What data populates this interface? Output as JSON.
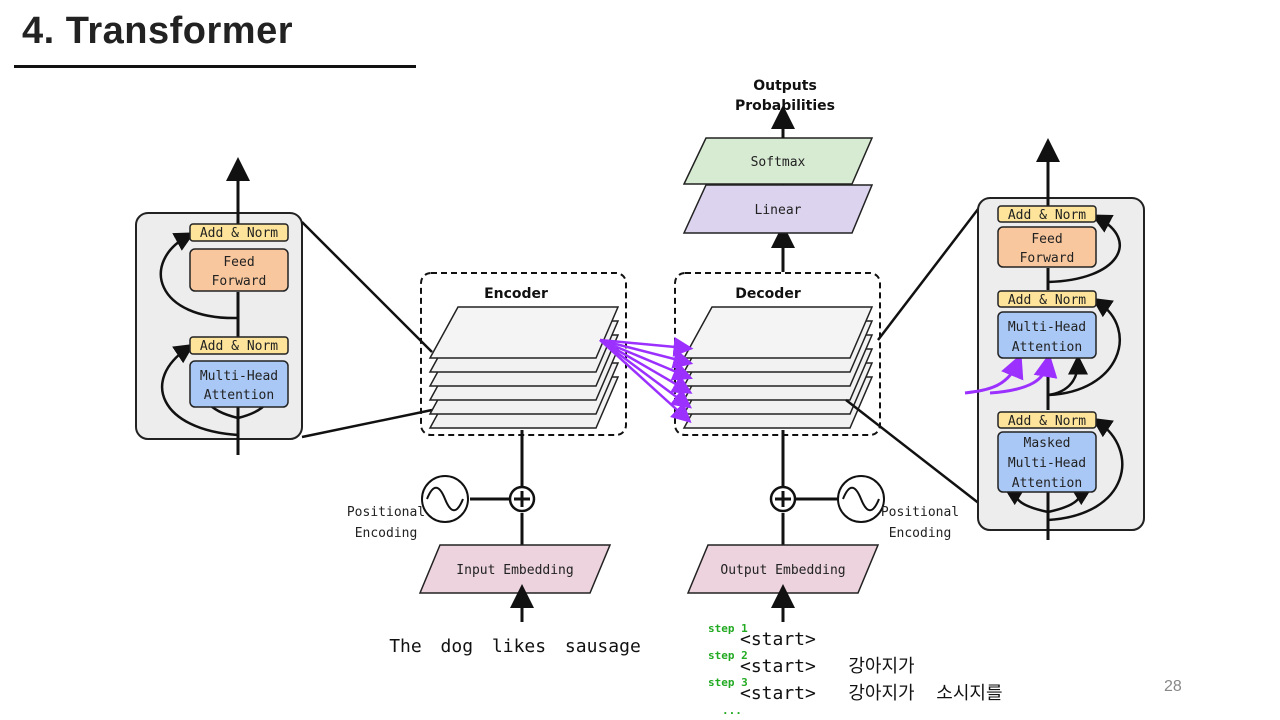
{
  "title": "4. Transformer",
  "page_number": "28",
  "encoder_label": "Encoder",
  "decoder_label": "Decoder",
  "outputs_line1": "Outputs",
  "outputs_line2": "Probabilities",
  "softmax": "Softmax",
  "linear": "Linear",
  "input_embedding": "Input Embedding",
  "output_embedding": "Output Embedding",
  "positional_encoding": [
    "Positional",
    "Encoding"
  ],
  "encoder_block": {
    "add_norm": "Add & Norm",
    "feed_forward": [
      "Feed",
      "Forward"
    ],
    "attention": [
      "Multi-Head",
      "Attention"
    ]
  },
  "decoder_block": {
    "add_norm": "Add & Norm",
    "feed_forward": [
      "Feed",
      "Forward"
    ],
    "attention": [
      "Multi-Head",
      "Attention"
    ],
    "masked_attention": [
      "Masked",
      "Multi-Head",
      "Attention"
    ]
  },
  "input_sentence": "The dog likes sausage",
  "steps": [
    {
      "label": "step 1",
      "text": "<start>"
    },
    {
      "label": "step 2",
      "text": "<start>   강아지가"
    },
    {
      "label": "step 3",
      "text": "<start>   강아지가  소시지를"
    }
  ],
  "ellipsis": "...",
  "colors": {
    "add_norm": "#fde49a",
    "feed_forward": "#f9c79d",
    "attention": "#a9c8f5",
    "softmax": "#d7ead2",
    "linear": "#dcd3ef",
    "embedding": "#ecd3dd",
    "block_bg": "#ededed",
    "cross_attention_arrows": "#9b30ff",
    "step_labels": "#22aa22"
  }
}
